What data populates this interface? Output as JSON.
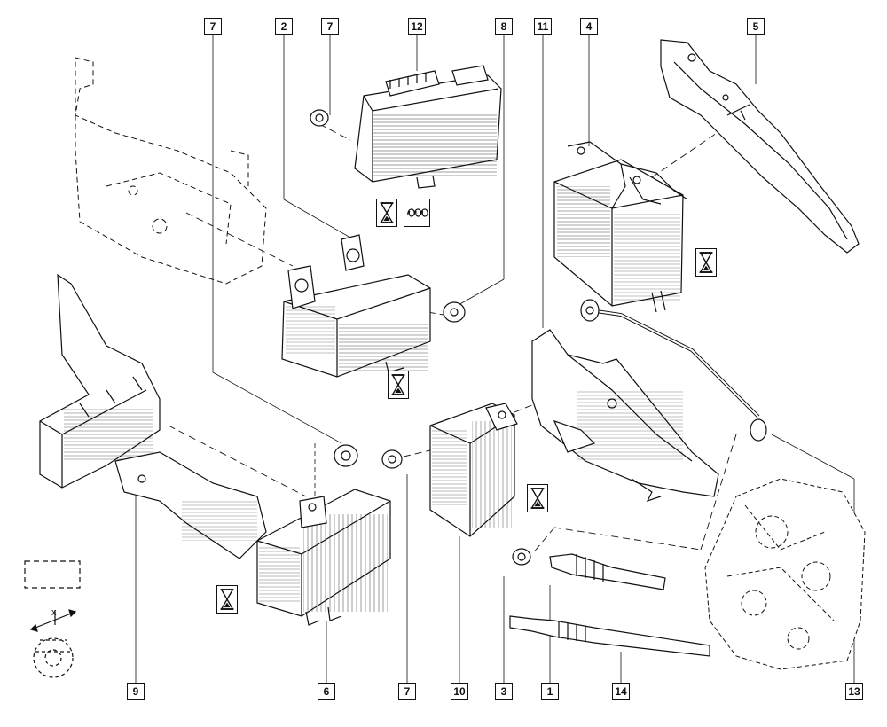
{
  "callouts": {
    "c7a": "7",
    "c2": "2",
    "c7b": "7",
    "c12": "12",
    "c8": "8",
    "c11": "11",
    "c4": "4",
    "c5": "5",
    "c9": "9",
    "c6": "6",
    "c7c": "7",
    "c10": "10",
    "c3": "3",
    "c1": "1",
    "c14": "14",
    "c13": "13"
  },
  "axis": {
    "label": "x"
  }
}
